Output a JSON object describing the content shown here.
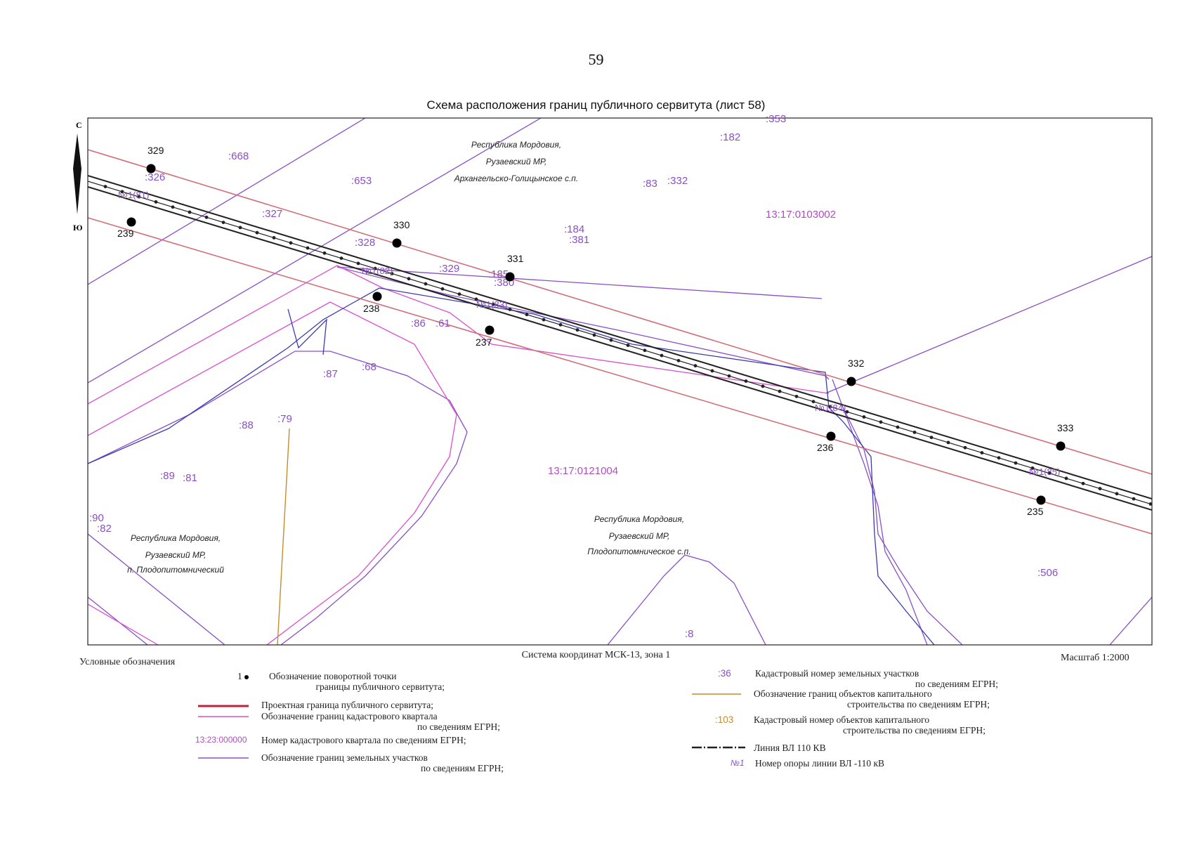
{
  "page_number": "59",
  "title": "Схема расположения границ публичного сервитута (лист 58)",
  "coordinate_system": "Система координат МСК-13, зона 1",
  "scale": "Масштаб 1:2000",
  "compass": {
    "north": "С",
    "south": "Ю"
  },
  "colors": {
    "parcel": "#8a4fc6",
    "quarter": "#d94fd0",
    "servitude": "#d0707a",
    "powerline": "#222222",
    "capital": "#c98a2a",
    "label": "#b04cc4",
    "blue": "#3b3bb0"
  },
  "points": [
    {
      "id": "329",
      "label": "329"
    },
    {
      "id": "239",
      "label": "239"
    },
    {
      "id": "330",
      "label": "330"
    },
    {
      "id": "331",
      "label": "331"
    },
    {
      "id": "238",
      "label": "238"
    },
    {
      "id": "237",
      "label": "237"
    },
    {
      "id": "332",
      "label": "332"
    },
    {
      "id": "236",
      "label": "236"
    },
    {
      "id": "333",
      "label": "333"
    },
    {
      "id": "235",
      "label": "235"
    }
  ],
  "parcel_labels": [
    {
      "id": "p668",
      "text": ":668"
    },
    {
      "id": "p326",
      "text": ":326"
    },
    {
      "id": "p653",
      "text": ":653"
    },
    {
      "id": "p182",
      "text": ":182"
    },
    {
      "id": "p353",
      "text": ":353"
    },
    {
      "id": "p83",
      "text": ":83"
    },
    {
      "id": "p332",
      "text": ":332"
    },
    {
      "id": "p327",
      "text": ":327"
    },
    {
      "id": "p184",
      "text": ":184"
    },
    {
      "id": "p381",
      "text": ":381"
    },
    {
      "id": "p328",
      "text": ":328"
    },
    {
      "id": "p329",
      "text": ":329"
    },
    {
      "id": "p185",
      "text": ":185"
    },
    {
      "id": "p380",
      "text": ":380"
    },
    {
      "id": "p86",
      "text": ":86"
    },
    {
      "id": "p61",
      "text": ":61"
    },
    {
      "id": "p87",
      "text": ":87"
    },
    {
      "id": "p68",
      "text": ":68"
    },
    {
      "id": "p88",
      "text": ":88"
    },
    {
      "id": "p79",
      "text": ":79"
    },
    {
      "id": "p89",
      "text": ":89"
    },
    {
      "id": "p81",
      "text": ":81"
    },
    {
      "id": "p90",
      "text": ":90"
    },
    {
      "id": "p82",
      "text": ":82"
    },
    {
      "id": "p506",
      "text": ":506"
    },
    {
      "id": "p8",
      "text": ":8"
    }
  ],
  "pole_labels": [
    {
      "id": "t81",
      "text": "№1(81)"
    },
    {
      "id": "t82",
      "text": "№1(82)"
    },
    {
      "id": "t83",
      "text": "№1(83)"
    },
    {
      "id": "t84",
      "text": "№1(84)"
    },
    {
      "id": "t85",
      "text": "№1(85)"
    }
  ],
  "quarter_labels": [
    {
      "id": "q1",
      "text": "13:17:0103002"
    },
    {
      "id": "q2",
      "text": "13:17:0121004"
    }
  ],
  "region_labels": [
    {
      "id": "r1",
      "lines": [
        "Республика Мордовия,",
        "Рузаевский МР,",
        "Архангельско-Голицынское с.п."
      ]
    },
    {
      "id": "r2",
      "lines": [
        "Республика Мордовия,",
        "Рузаевский МР,",
        "п. Плодопитомнический"
      ]
    },
    {
      "id": "r3",
      "lines": [
        "Республика Мордовия,",
        "Рузаевский МР,",
        "Плодопитомническое с.п."
      ]
    }
  ],
  "legend": {
    "title": "Условные обозначения",
    "items": [
      {
        "id": "turn-point",
        "symbol": "1",
        "line1": "Обозначение поворотной точки",
        "line2": "границы публичного сервитута;"
      },
      {
        "id": "servitude-border",
        "line1": "Проектная граница публичного сервитута;",
        "line2": ""
      },
      {
        "id": "quarter-border",
        "line1": "Обозначение границ кадастрового квартала",
        "line2": "по сведениям ЕГРН;"
      },
      {
        "id": "quarter-number",
        "symbol": "13:23:000000",
        "line1": "Номер кадастрового квартала по сведениям ЕГРН;",
        "line2": ""
      },
      {
        "id": "parcel-border",
        "line1": "Обозначение границ земельных участков",
        "line2": "по сведениям ЕГРН;"
      },
      {
        "id": "parcel-number",
        "symbol": ":36",
        "line1": "Кадастровый номер земельных участков",
        "line2": "по сведениям ЕГРН;"
      },
      {
        "id": "capital-border",
        "line1": "Обозначение границ объектов капитального",
        "line2": "строительства по сведениям ЕГРН;"
      },
      {
        "id": "capital-number",
        "symbol": ":103",
        "line1": "Кадастровый номер объектов капитального",
        "line2": "строительства по сведениям ЕГРН;"
      },
      {
        "id": "powerline",
        "line1": "Линия ВЛ 110 КВ",
        "line2": ""
      },
      {
        "id": "pole-number",
        "symbol": "№1",
        "line1": "Номер опоры линии ВЛ -110 кВ",
        "line2": ""
      }
    ]
  }
}
